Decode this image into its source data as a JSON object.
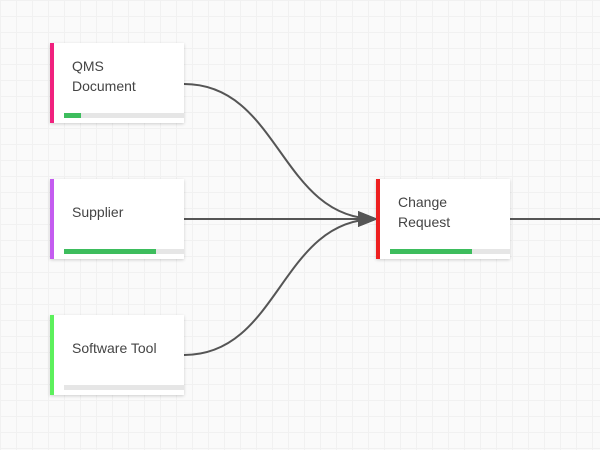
{
  "nodes": [
    {
      "id": "qms",
      "label": "QMS Document",
      "color": "#f0217e",
      "progress": 0.14
    },
    {
      "id": "supplier",
      "label": "Supplier",
      "color": "#c45cf0",
      "progress": 0.77
    },
    {
      "id": "software",
      "label": "Software Tool",
      "color": "#5cf05c",
      "progress": 0
    },
    {
      "id": "change",
      "label": "Change Request",
      "color": "#ee2020",
      "progress": 0.68
    }
  ],
  "edges": [
    [
      "qms",
      "change"
    ],
    [
      "supplier",
      "change"
    ],
    [
      "software",
      "change"
    ],
    [
      "change",
      "out"
    ]
  ]
}
